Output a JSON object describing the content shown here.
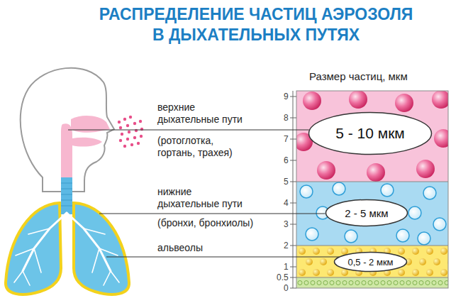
{
  "diagram": {
    "title": "РАСПРЕДЕЛЕНИЕ ЧАСТИЦ АЭРОЗОЛЯ В ДЫХАТЕЛЬНЫХ ПУТЯХ",
    "nodes": [
      {
        "text": [
          "5 - 10 мкм"
        ]
      },
      {
        "text": [
          "2 - 5 мкм"
        ]
      },
      {
        "text": [
          "0,5 - 2 мкм"
        ]
      }
    ],
    "labels": [
      "верхние дыхательные пути",
      "(ротоглотка, гортань, трахея)",
      "нижние дыхательные пути",
      "(бронхи, бронхиолы)",
      "альвеолы",
      "Размер частиц, мкм",
      "9",
      "8",
      "7",
      "6",
      "5",
      "4",
      "3",
      "2",
      "1",
      "0.5",
      "0"
    ]
  }
}
